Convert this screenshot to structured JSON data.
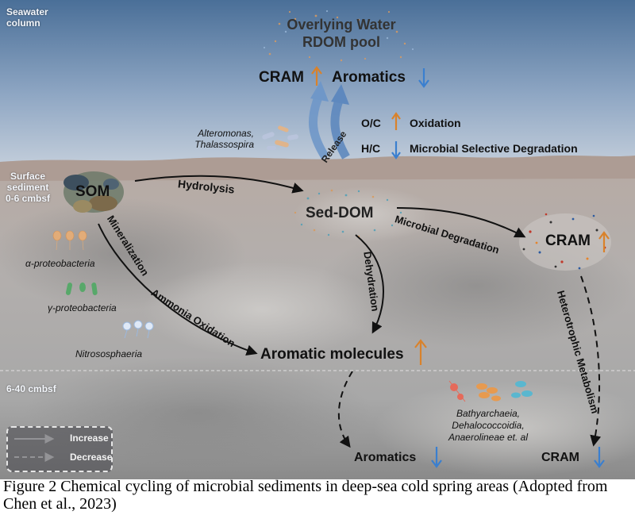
{
  "figure": {
    "zones": {
      "seawater": [
        "Seawater",
        "column"
      ],
      "surface": [
        "Surface",
        "sediment",
        "0-6 cmbsf"
      ],
      "deep": "6-40 cmbsf"
    },
    "pool_title": [
      "Overlying Water",
      "RDOM pool"
    ],
    "pool_cram": "CRAM",
    "pool_aromatics": "Aromatics",
    "oc_label": "O/C",
    "oc_desc": "Oxidation",
    "hc_label": "H/C",
    "hc_desc": "Microbial Selective Degradation",
    "release": "Release",
    "alteromonas": [
      "Alteromonas,",
      "Thalassospira"
    ],
    "som": "SOM",
    "hydrolysis": "Hydrolysis",
    "sed_dom": "Sed-DOM",
    "microbial_degradation": "Microbial Degradation",
    "cram_right": "CRAM",
    "dehydration": "Dehydration",
    "mineralization": "Mineralization",
    "ammonia_oxidation": "Ammonia Oxidation",
    "aromatic_molecules": "Aromatic molecules",
    "heterotrophic": "Heterotrophic Metabolism",
    "alpha": "α-proteobacteria",
    "gamma": "γ-proteobacteria",
    "nitroso": "Nitrososphaeria",
    "bathy": [
      "Bathyarchaeia,",
      "Dehalococcoidia,",
      "Anaerolineae et. al"
    ],
    "aromatics_bottom": "Aromatics",
    "cram_bottom": "CRAM",
    "legend_increase": "Increase",
    "legend_decrease": "Decrease"
  },
  "caption": "Figure 2 Chemical cycling of microbial sediments in deep-sea cold spring areas (Adopted from Chen et al., 2023)",
  "colors": {
    "up_arrow": "#d9822b",
    "down_arrow": "#3a7fcf",
    "release_arrow": "#6f97c8"
  }
}
